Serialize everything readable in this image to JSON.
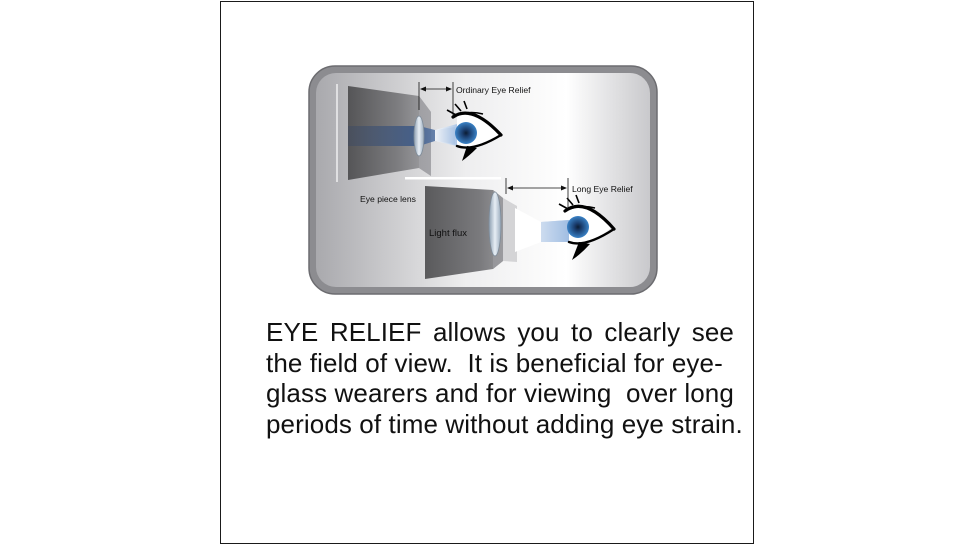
{
  "diagram": {
    "labels": {
      "ordinary_eye_relief": "Ordinary Eye Relief",
      "long_eye_relief": "Long Eye Relief",
      "eye_piece_lens": "Eye piece lens",
      "light_flux": "Light flux"
    }
  },
  "caption": {
    "lines": [
      "EYE RELIEF allows you to clearly see",
      "the field of view.  It is beneficial for eye-",
      "glass wearers and for viewing  over long",
      "periods of time without adding eye strain."
    ]
  },
  "colors": {
    "frame_border": "#1a1a1a",
    "panel_border": "#7a7a7a",
    "eyepiece_body": "#6b6b6b",
    "lens": "#b9c6d2",
    "iris": "#2f6fb0",
    "light_beam": "#3e5a86"
  }
}
